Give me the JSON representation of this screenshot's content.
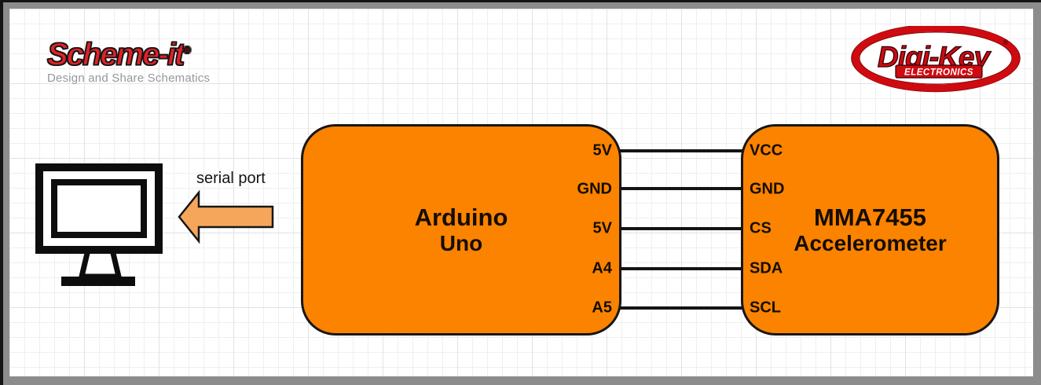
{
  "branding": {
    "schemeit": {
      "logo_text": "Scheme-it",
      "registered_mark": "®",
      "tagline": "Design and Share Schematics",
      "logo_color": "#e02128",
      "tagline_color": "#95989b"
    },
    "digikey": {
      "name": "Digi-Key",
      "registered_mark": "®",
      "subtitle": "ELECTRONICS",
      "brand_color": "#cf0a10"
    }
  },
  "diagram": {
    "serial_port_label": "serial port",
    "monitor_icon": "computer-monitor-icon",
    "arrow": {
      "direction": "left",
      "fill": "#f6a65b"
    },
    "block_fill": "#fb8300",
    "blocks": [
      {
        "id": "arduino",
        "title": "Arduino",
        "subtitle": "Uno",
        "pin_side": "right",
        "pins": [
          "5V",
          "GND",
          "5V",
          "A4",
          "A5"
        ]
      },
      {
        "id": "mma7455",
        "title": "MMA7455",
        "subtitle": "Accelerometer",
        "pin_side": "left",
        "pins": [
          "VCC",
          "GND",
          "CS",
          "SDA",
          "SCL"
        ]
      }
    ],
    "connections": [
      {
        "from": "5V",
        "to": "VCC"
      },
      {
        "from": "GND",
        "to": "GND"
      },
      {
        "from": "5V",
        "to": "CS"
      },
      {
        "from": "A4",
        "to": "SDA"
      },
      {
        "from": "A5",
        "to": "SCL"
      }
    ]
  }
}
